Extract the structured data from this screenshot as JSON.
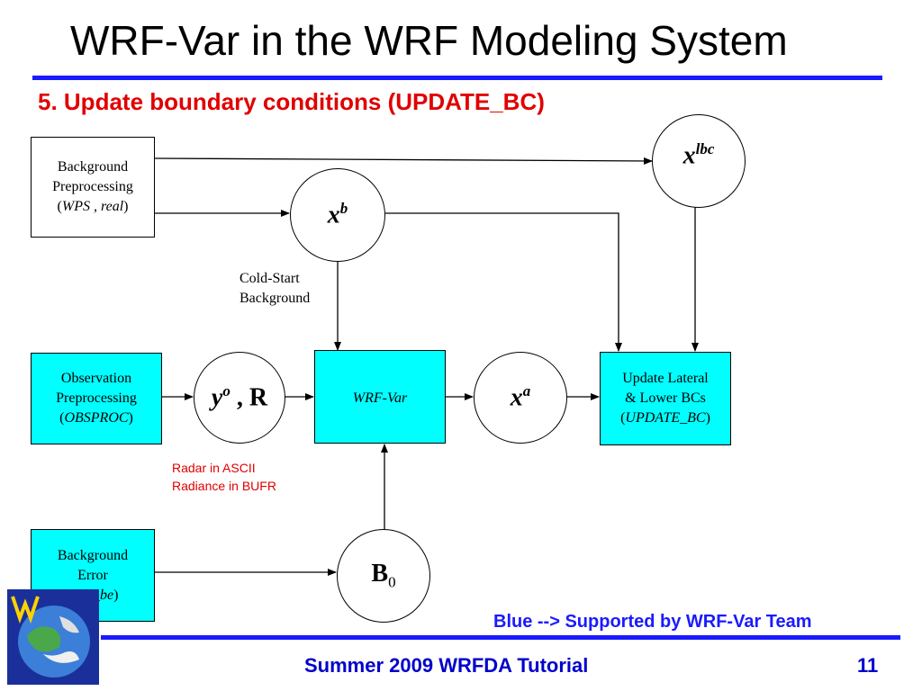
{
  "slide": {
    "title": "WRF-Var in the WRF Modeling System",
    "subtitle": "5. Update boundary conditions (UPDATE_BC)",
    "note": "Blue --> Supported by WRF-Var Team",
    "footer": "Summer 2009 WRFDA Tutorial",
    "page_number": "11"
  },
  "boxes": {
    "bg_preproc": {
      "line1": "Background",
      "line2": "Preprocessing",
      "paren_open": "(",
      "italic": "WPS , real",
      "paren_close": ")"
    },
    "obs_preproc": {
      "line1": "Observation",
      "line2": "Preprocessing",
      "paren_open": "(",
      "italic": "OBSPROC",
      "paren_close": ")"
    },
    "bg_error": {
      "line1": "Background",
      "line2": "Error",
      "paren_open": "(",
      "italic": "gen_be",
      "paren_close": ")"
    },
    "wrf_var": {
      "label": "WRF-Var"
    },
    "update_bc": {
      "line1": "Update Lateral",
      "line2": "& Lower BCs",
      "paren_open": "(",
      "italic": "UPDATE_BC",
      "paren_close": ")"
    }
  },
  "circles": {
    "xlbc": {
      "base": "x",
      "sup": "lbc"
    },
    "xb": {
      "base": "x",
      "sup": "b"
    },
    "yo": {
      "base": "y",
      "sup": "o",
      "rest": " , R"
    },
    "xa": {
      "base": "x",
      "sup": "a"
    },
    "b0": {
      "base": "B",
      "sub": "0"
    }
  },
  "labels": {
    "cold_start_1": "Cold-Start",
    "cold_start_2": "Background",
    "radar": "Radar in ASCII",
    "radiance": "Radiance in BUFR"
  },
  "colors": {
    "title_rule": "#1a1aff",
    "subtitle": "#e00000",
    "box_fill": "#00ffff",
    "footer": "#0000cc"
  }
}
